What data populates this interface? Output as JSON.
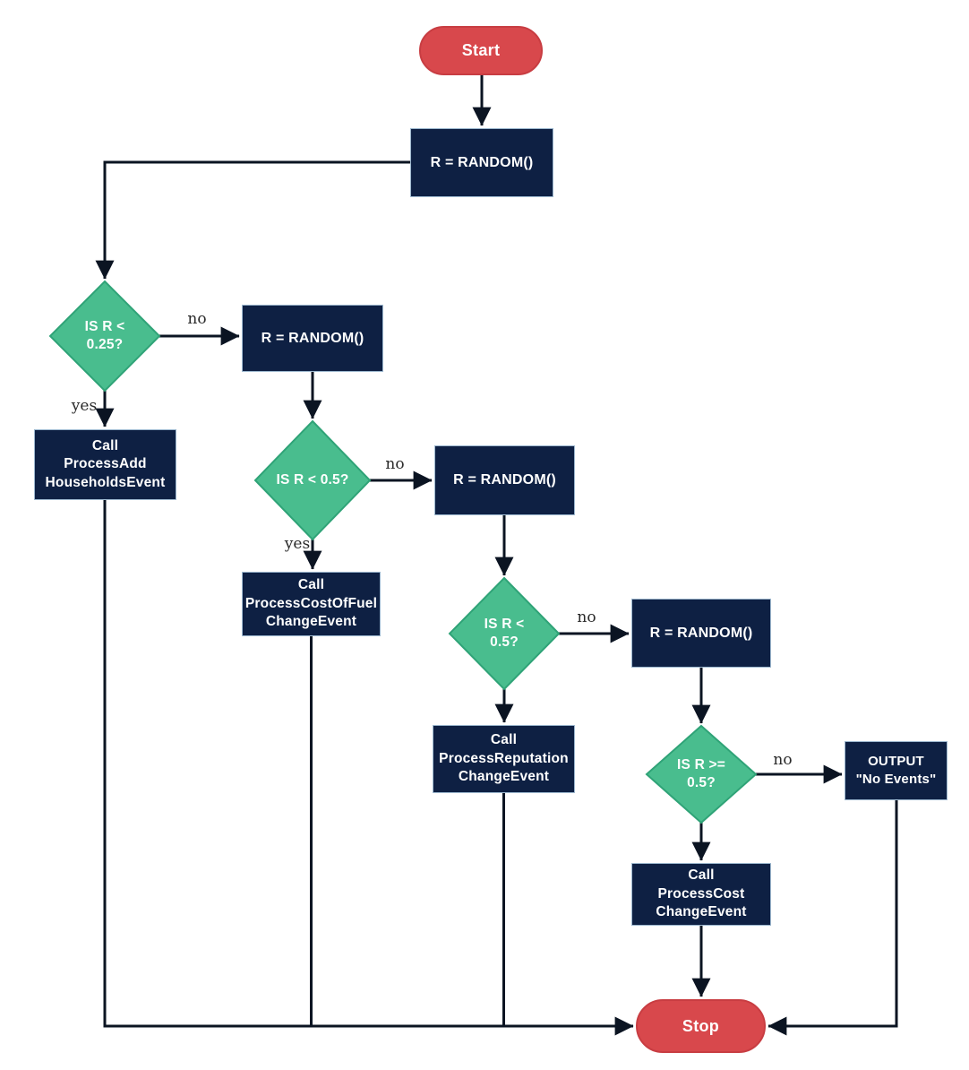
{
  "colors": {
    "process_fill": "#0e2043",
    "decision_fill": "#49bd8e",
    "decision_border": "#2fa377",
    "terminal_fill": "#d8484c",
    "line": "#0b1422",
    "node_text": "#ffffff",
    "edge_label_text": "#2a2a2a"
  },
  "nodes": {
    "start": {
      "label": "Start"
    },
    "random1": {
      "label": "R = RANDOM()"
    },
    "decision1": {
      "label": "IS R <\n0.25?"
    },
    "call_add_households": {
      "label": "Call\nProcessAdd\nHouseholdsEvent"
    },
    "random2": {
      "label": "R = RANDOM()"
    },
    "decision2": {
      "label": "IS R < 0.5?"
    },
    "call_cost_of_fuel": {
      "label": "Call\nProcessCostOfFuel\nChangeEvent"
    },
    "random3": {
      "label": "R = RANDOM()"
    },
    "decision3": {
      "label": "IS R <\n0.5?"
    },
    "call_reputation": {
      "label": "Call\nProcessReputation\nChangeEvent"
    },
    "random4": {
      "label": "R = RANDOM()"
    },
    "decision4": {
      "label": "IS R >=\n0.5?"
    },
    "call_cost": {
      "label": "Call\nProcessCost\nChangeEvent"
    },
    "output_no_events": {
      "label": "OUTPUT\n\"No Events\""
    },
    "stop": {
      "label": "Stop"
    }
  },
  "edge_labels": {
    "decision1_no": "no",
    "decision1_yes": "yes",
    "decision2_no": "no",
    "decision2_yes": "yes",
    "decision3_no": "no",
    "decision4_no": "no"
  }
}
